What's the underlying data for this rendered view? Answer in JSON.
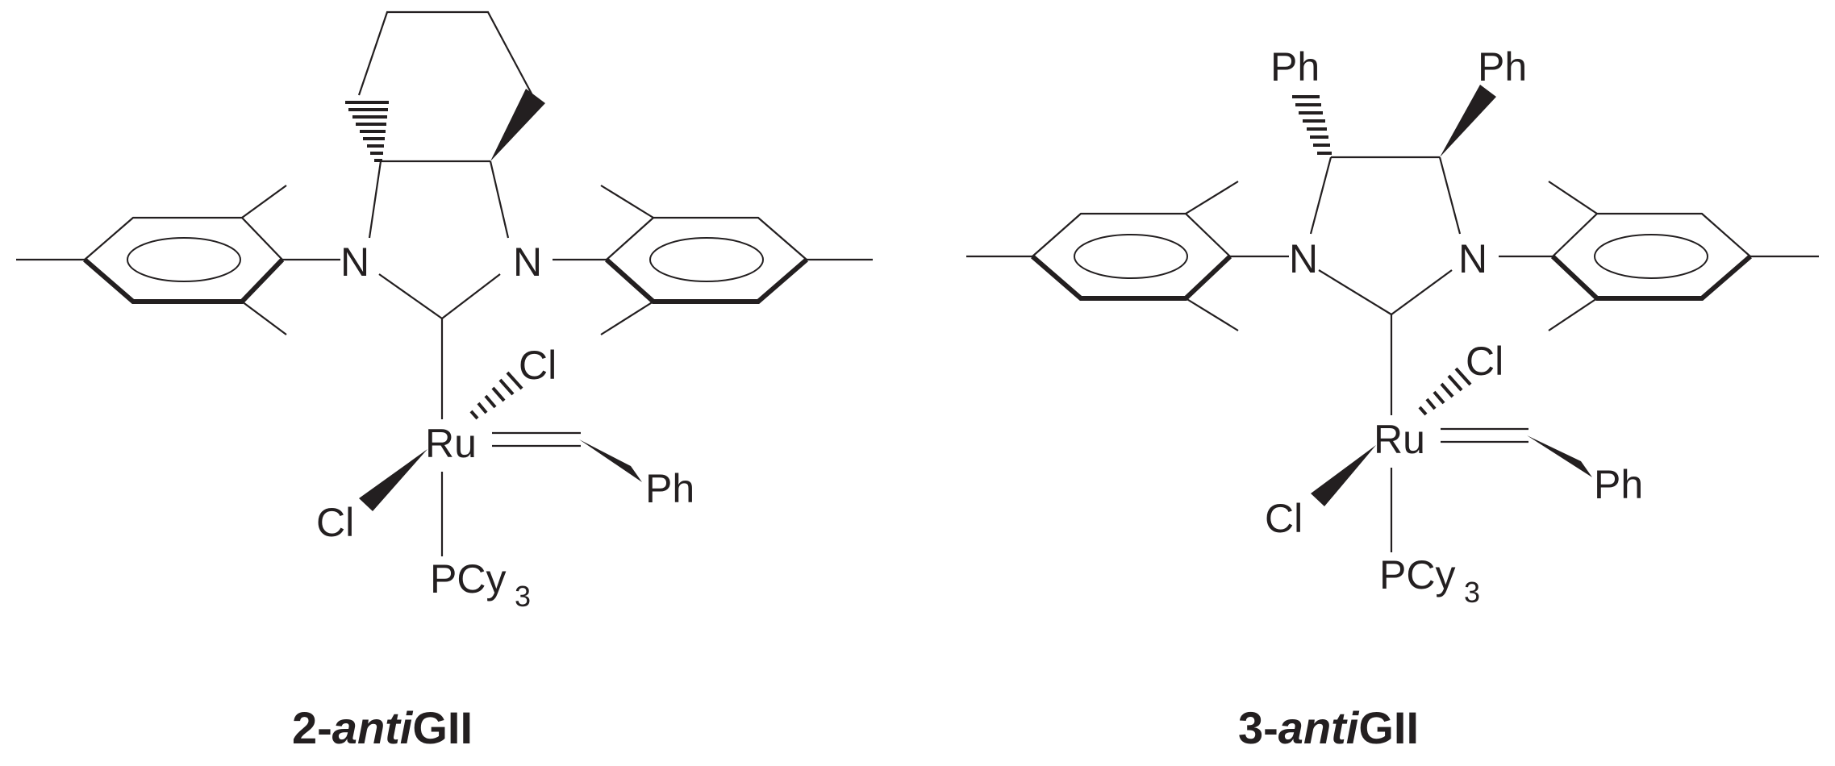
{
  "molecules": [
    {
      "n1": "N",
      "n2": "N",
      "ru": "Ru",
      "cl_top": "Cl",
      "cl_left": "Cl",
      "ph_carbene": "Ph",
      "pcy3": "PCy",
      "pcy3_sub": "3",
      "ph_top_left": "",
      "ph_top_right": "",
      "caption_num": "2-",
      "caption_italic": "anti",
      "caption_rest": "GII"
    },
    {
      "n1": "N",
      "n2": "N",
      "ru": "Ru",
      "cl_top": "Cl",
      "cl_left": "Cl",
      "ph_carbene": "Ph",
      "pcy3": "PCy",
      "pcy3_sub": "3",
      "ph_top_left": "Ph",
      "ph_top_right": "Ph",
      "caption_num": "3-",
      "caption_italic": "anti",
      "caption_rest": "GII"
    }
  ]
}
